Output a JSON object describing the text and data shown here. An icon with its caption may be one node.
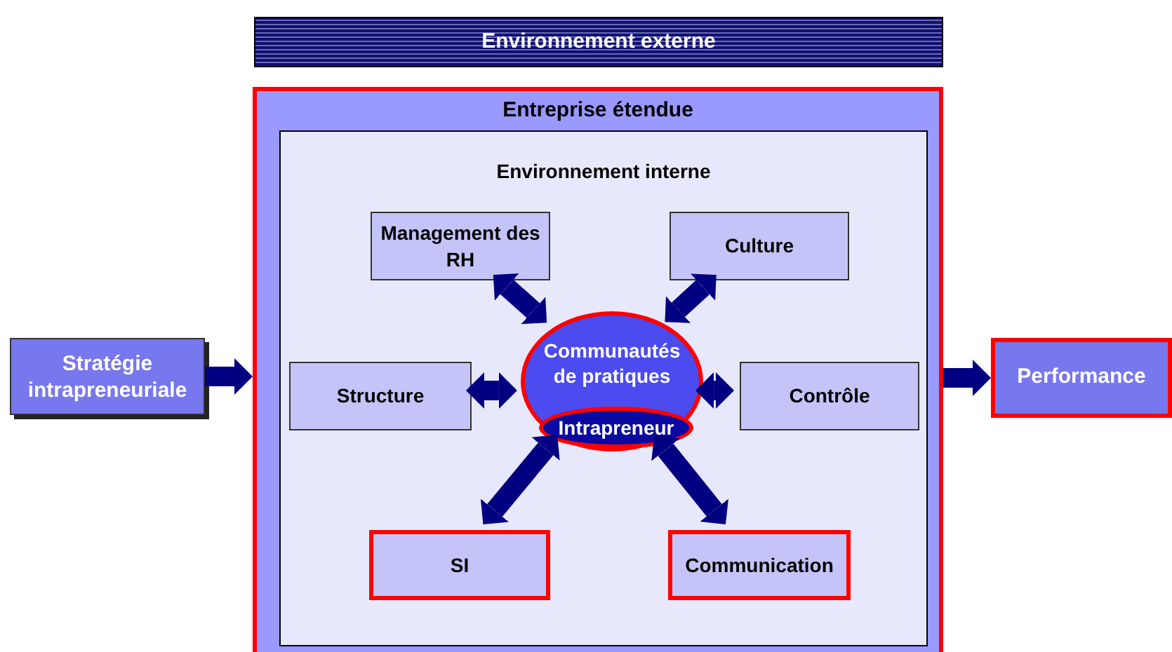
{
  "diagram": {
    "nodes": [
      {
        "text": [
          "Environnement externe"
        ]
      },
      {
        "text": [
          "Entreprise étendue"
        ]
      },
      {
        "text": [
          "Environnement interne"
        ],
        "in": 1
      },
      {
        "text": [
          "Management des RH"
        ],
        "in": 2
      },
      {
        "text": [
          "Culture"
        ],
        "in": 2
      },
      {
        "text": [
          "Communautés de pratiques"
        ],
        "in": 2
      },
      {
        "text": [
          "Intrapreneur"
        ],
        "in": 5
      },
      {
        "text": [
          "Structure"
        ],
        "in": 2
      },
      {
        "text": [
          "Contrôle"
        ],
        "in": 2
      },
      {
        "text": [
          "SI"
        ],
        "in": 2
      },
      {
        "text": [
          "Communication"
        ],
        "in": 2
      },
      {
        "text": [
          "Stratégie intrapreneuriale"
        ]
      },
      {
        "text": [
          "Performance"
        ]
      }
    ],
    "edges": [
      {
        "from": 11,
        "to": 1,
        "arrow": "to"
      },
      {
        "from": 1,
        "to": 12,
        "arrow": "to"
      },
      {
        "from": 5,
        "to": 3,
        "arrow": "both"
      },
      {
        "from": 5,
        "to": 4,
        "arrow": "both"
      },
      {
        "from": 5,
        "to": 7,
        "arrow": "both"
      },
      {
        "from": 5,
        "to": 8,
        "arrow": "both"
      },
      {
        "from": 5,
        "to": 9,
        "arrow": "both"
      },
      {
        "from": 5,
        "to": 10,
        "arrow": "both"
      }
    ]
  }
}
